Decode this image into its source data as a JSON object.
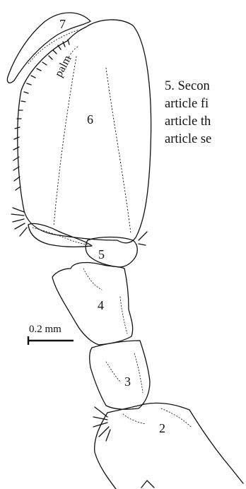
{
  "figure": {
    "labels": {
      "article_7": "7",
      "article_6": "6",
      "article_5": "5",
      "article_4": "4",
      "article_3": "3",
      "article_2": "2",
      "palm": "palm"
    },
    "scale_bar": {
      "label": "0.2 mm"
    }
  },
  "caption": {
    "lines": [
      "5. Secon",
      "article fi",
      "article th",
      "article se"
    ]
  }
}
